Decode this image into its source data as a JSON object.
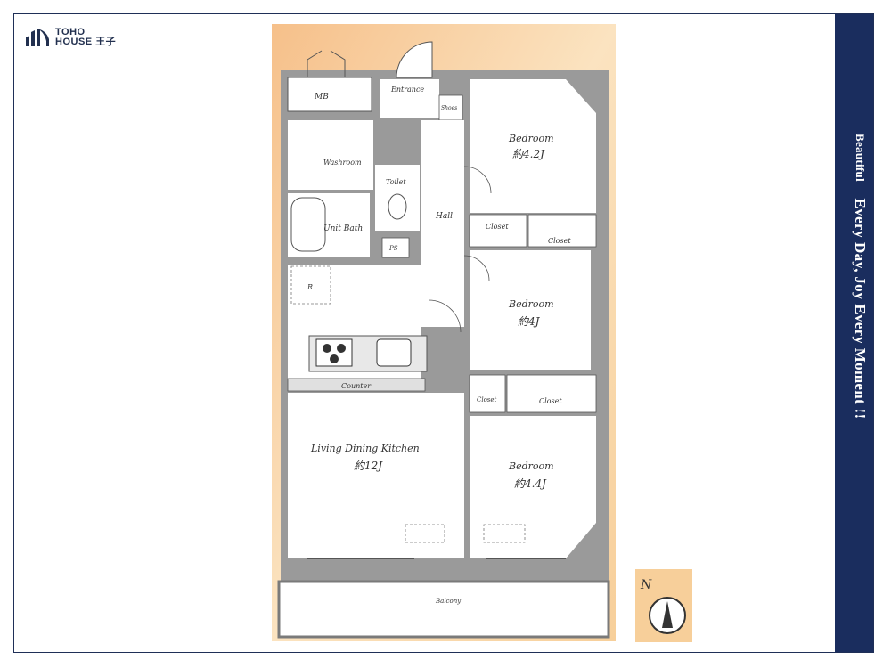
{
  "brand": {
    "line1": "TOHO",
    "line2": "HOUSE 王子"
  },
  "tagline": {
    "part1": "Beautiful",
    "part2": "Every Day, Joy Every Moment !!"
  },
  "rooms": {
    "mb": "MB",
    "entrance": "Entrance",
    "shoes": "Shoes",
    "washroom": "Washroom",
    "toilet": "Toilet",
    "unit_bath": "Unit Bath",
    "ps": "PS",
    "hall": "Hall",
    "bedroom1": "Bedroom",
    "bedroom1_size": "約4.2J",
    "closet1": "Closet",
    "closet2": "Closet",
    "bedroom2": "Bedroom",
    "bedroom2_size": "約4J",
    "r": "R",
    "counter": "Counter",
    "closet3": "Closet",
    "closet4": "Closet",
    "ldk": "Living Dining Kitchen",
    "ldk_size": "約12J",
    "bedroom3": "Bedroom",
    "bedroom3_size": "約4.4J",
    "balcony": "Balcony"
  },
  "compass": {
    "north": "N"
  },
  "colors": {
    "navy": "#1a2d5e",
    "wall": "#9a9a9a",
    "sunset_start": "#f7c78a",
    "floor": "#ffffff"
  }
}
